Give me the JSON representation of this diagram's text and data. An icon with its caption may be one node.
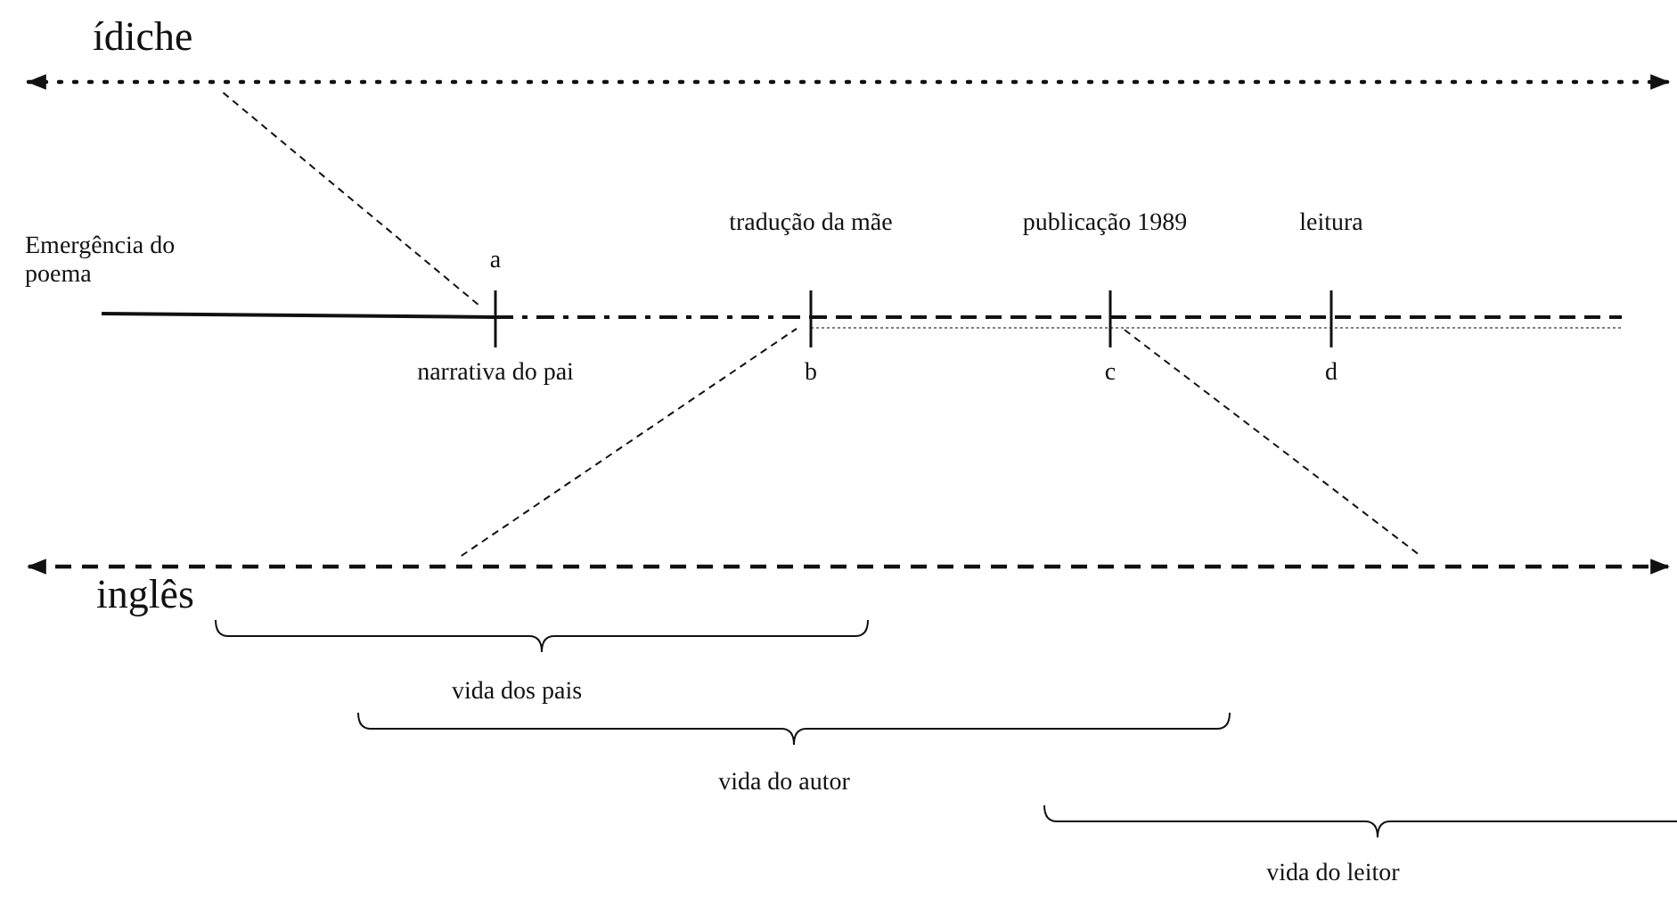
{
  "diagram": {
    "nodes": [
      {
        "text": [
          "ídiche"
        ]
      },
      {
        "text": [
          "a"
        ],
        "beside": [
          "narrativa do pai"
        ]
      },
      {
        "text": [
          "b"
        ],
        "beside": [
          "tradução da mãe"
        ]
      },
      {
        "text": [
          "c"
        ],
        "beside": [
          "publicação 1989"
        ]
      },
      {
        "text": [
          "d"
        ],
        "beside": [
          "leitura"
        ]
      },
      {
        "text": [
          "inglês"
        ]
      }
    ],
    "edges": [
      {
        "from": 0,
        "to": 1,
        "arrow": "none",
        "style": "dashed"
      },
      {
        "from": 5,
        "to": 2,
        "arrow": "none",
        "style": "dashed"
      },
      {
        "from": 3,
        "to": 5,
        "arrow": "none",
        "style": "dashed"
      }
    ],
    "labels": [
      "Emergência do poema",
      "vida dos pais",
      "vida do autor",
      "vida do leitor"
    ]
  }
}
